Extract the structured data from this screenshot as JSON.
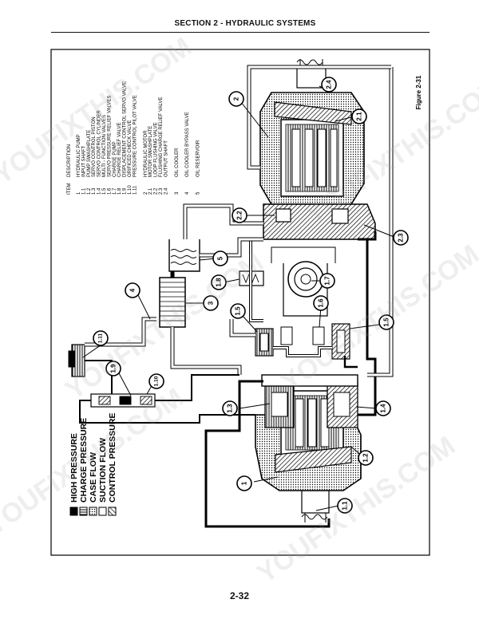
{
  "header": {
    "section_title": "SECTION 2 - HYDRAULIC SYSTEMS"
  },
  "figure": {
    "label": "Figure 2-31"
  },
  "legend": [
    {
      "label": "HIGH PRESSURE",
      "swatch": "solid"
    },
    {
      "label": "CHARGE PRESSURE",
      "swatch": "vertical"
    },
    {
      "label": "CASE FLOW",
      "swatch": "dotted"
    },
    {
      "label": "SUCTION FLOW",
      "swatch": "open"
    },
    {
      "label": "CONTROL PRESSURE",
      "swatch": "diagonal"
    }
  ],
  "items_table": {
    "col_item": "ITEM",
    "col_description": "DESCRIPTION",
    "groups": [
      [
        {
          "item": "1",
          "description": "HYDRAULIC PUMP"
        },
        {
          "item": "1.1",
          "description": "INPUT SHAFT"
        },
        {
          "item": "1.2",
          "description": "PUMP SWASHPLATE"
        },
        {
          "item": "1.3",
          "description": "SERVO CONTROL PISTON"
        },
        {
          "item": "1.4",
          "description": "SERVO CONTROL CYLINDER"
        },
        {
          "item": "1.5",
          "description": "MULTI - FUNCTION VALVES"
        },
        {
          "item": "1.6",
          "description": "SERVO PRESSURE RELIEF VALVES"
        },
        {
          "item": "1.7",
          "description": "CHARGE PUMP"
        },
        {
          "item": "1.8",
          "description": "CHARGE RELIEF VALVE"
        },
        {
          "item": "1.9",
          "description": "DISPLACEMENT CONTROL SERVO VALVE"
        },
        {
          "item": "1.10",
          "description": "ORIFICED CHECK VALVE"
        },
        {
          "item": "1.11",
          "description": "PRESSURE CONTROL PILOT VALVE"
        }
      ],
      [
        {
          "item": "2",
          "description": "HYDRAULIC MOTOR"
        },
        {
          "item": "2.1",
          "description": "MOTOR SWASHPLATE"
        },
        {
          "item": "2.2",
          "description": "LOOP FLUSHING VALVE"
        },
        {
          "item": "2.3",
          "description": "FLUSHING CHARGE RELIEF VALVE"
        },
        {
          "item": "2.4",
          "description": "OUTPUT SHAFT"
        }
      ],
      [
        {
          "item": "3",
          "description": "OIL COOLER"
        }
      ],
      [
        {
          "item": "4",
          "description": "OIL COOLER BYPASS VALVE"
        }
      ],
      [
        {
          "item": "5",
          "description": "OIL RESERVOIR"
        }
      ]
    ]
  },
  "callouts": [
    "1",
    "1.1",
    "1.2",
    "1.3",
    "1.4",
    "1.5",
    "1.5",
    "1.6",
    "1.7",
    "1.8",
    "1.9",
    "1.10",
    "1.11",
    "2",
    "2.1",
    "2.2",
    "2.3",
    "2.4",
    "3",
    "4",
    "5"
  ],
  "page_number": "2-32",
  "watermarks": [
    "YOUFIXTHIS.COM",
    "YOUFIXTHIS.COM",
    "YOUFIXTHIS.COM",
    "YOUFIXTHIS.COM",
    "YOUFIXTHIS.COM",
    "YOUFIXTHIS.COM"
  ]
}
